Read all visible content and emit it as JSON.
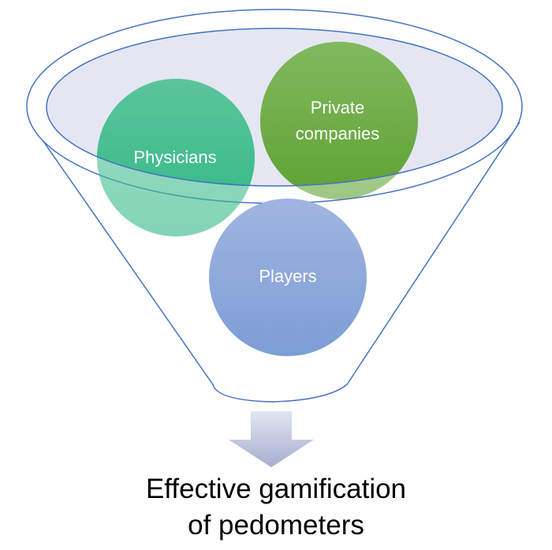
{
  "diagram": {
    "type": "funnel",
    "inputs": [
      {
        "label": "Physicians",
        "color": "#3dbb8d"
      },
      {
        "label": "Private companies",
        "label_lines": [
          "Private",
          "companies"
        ],
        "color": "#6aab3d"
      },
      {
        "label": "Players",
        "color": "#8aa5da"
      }
    ],
    "output": {
      "lines": [
        "Effective gamification",
        "of pedometers"
      ]
    },
    "funnel_stroke": "#4472c4",
    "funnel_fill": "#e4e7f2"
  }
}
